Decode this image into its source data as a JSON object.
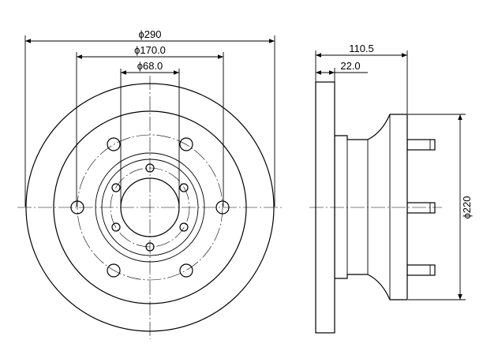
{
  "dimensions": {
    "outer_diameter": "ϕ290",
    "centering_diameter": "ϕ170.0",
    "bore_diameter": "ϕ68.0",
    "total_height": "110.5",
    "disc_thickness": "22.0",
    "stud_circle_diameter": "ϕ220"
  }
}
